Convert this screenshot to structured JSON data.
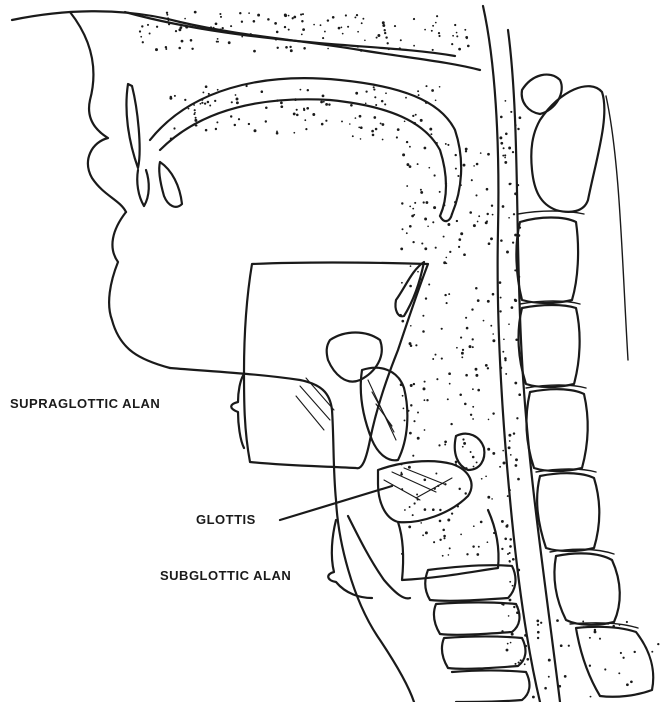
{
  "diagram": {
    "labels": {
      "supraglottic": "SUPRAGLOTTIC ALAN",
      "glottis": "GLOTTIS",
      "subglottic": "SUBGLOTTIC ALAN"
    },
    "ink_color": "#1a1a1a",
    "background": "#ffffff"
  }
}
